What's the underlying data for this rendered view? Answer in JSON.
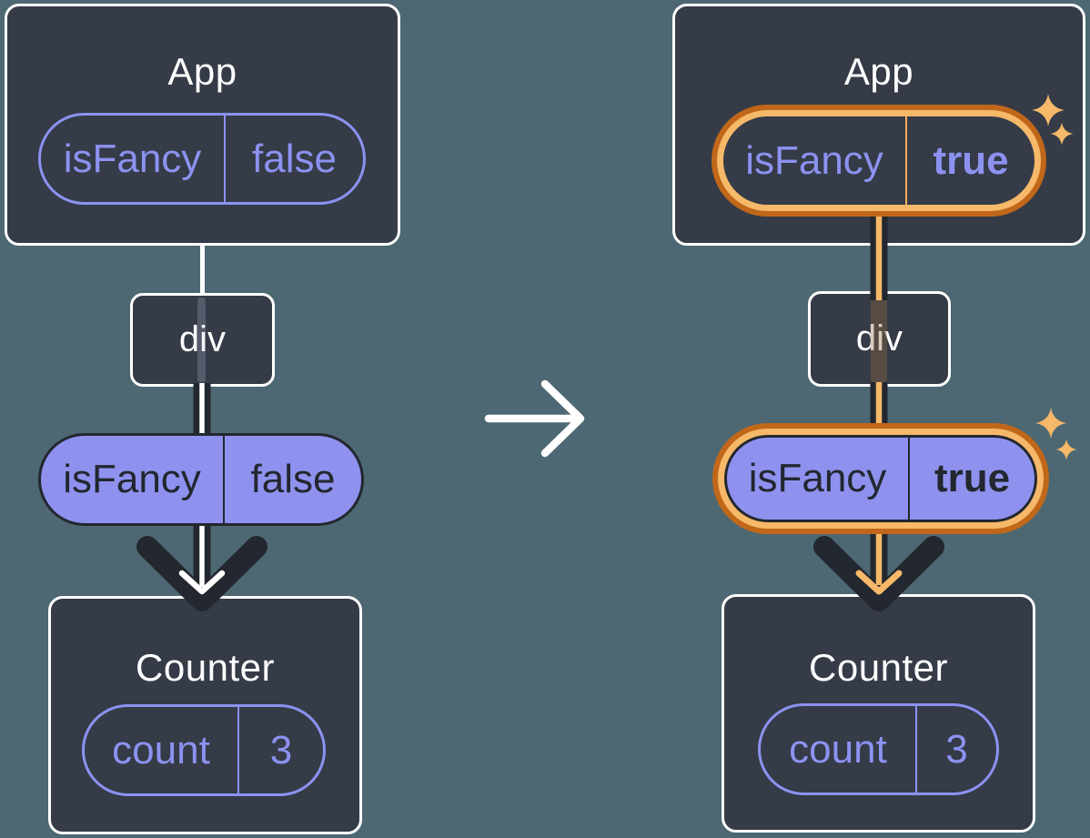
{
  "diagram": {
    "description": "React component tree prop passing, before and after state change",
    "panels": {
      "before": {
        "app": {
          "title": "App"
        },
        "app_prop": {
          "name": "isFancy",
          "value": "false"
        },
        "div": {
          "label": "div"
        },
        "passed_prop": {
          "name": "isFancy",
          "value": "false"
        },
        "counter": {
          "title": "Counter"
        },
        "counter_state": {
          "name": "count",
          "value": "3"
        }
      },
      "after": {
        "app": {
          "title": "App"
        },
        "app_prop": {
          "name": "isFancy",
          "value": "true"
        },
        "div": {
          "label": "div"
        },
        "passed_prop": {
          "name": "isFancy",
          "value": "true"
        },
        "counter": {
          "title": "Counter"
        },
        "counter_state": {
          "name": "count",
          "value": "3"
        }
      }
    },
    "icons": [
      "arrow-right-icon",
      "pass-down-arrow-icon",
      "sparkle-icon"
    ],
    "colors": {
      "background": "#4D6872",
      "component_box": "#353B47",
      "box_border": "#FFFFFF",
      "purple_outline": "#8C92F0",
      "purple_fill": "#8E92EE",
      "dark_ink": "#23272F",
      "highlight_orange_light": "#F6B869",
      "highlight_orange_dark": "#C1671A",
      "connector_white": "#FFFFFF"
    }
  }
}
